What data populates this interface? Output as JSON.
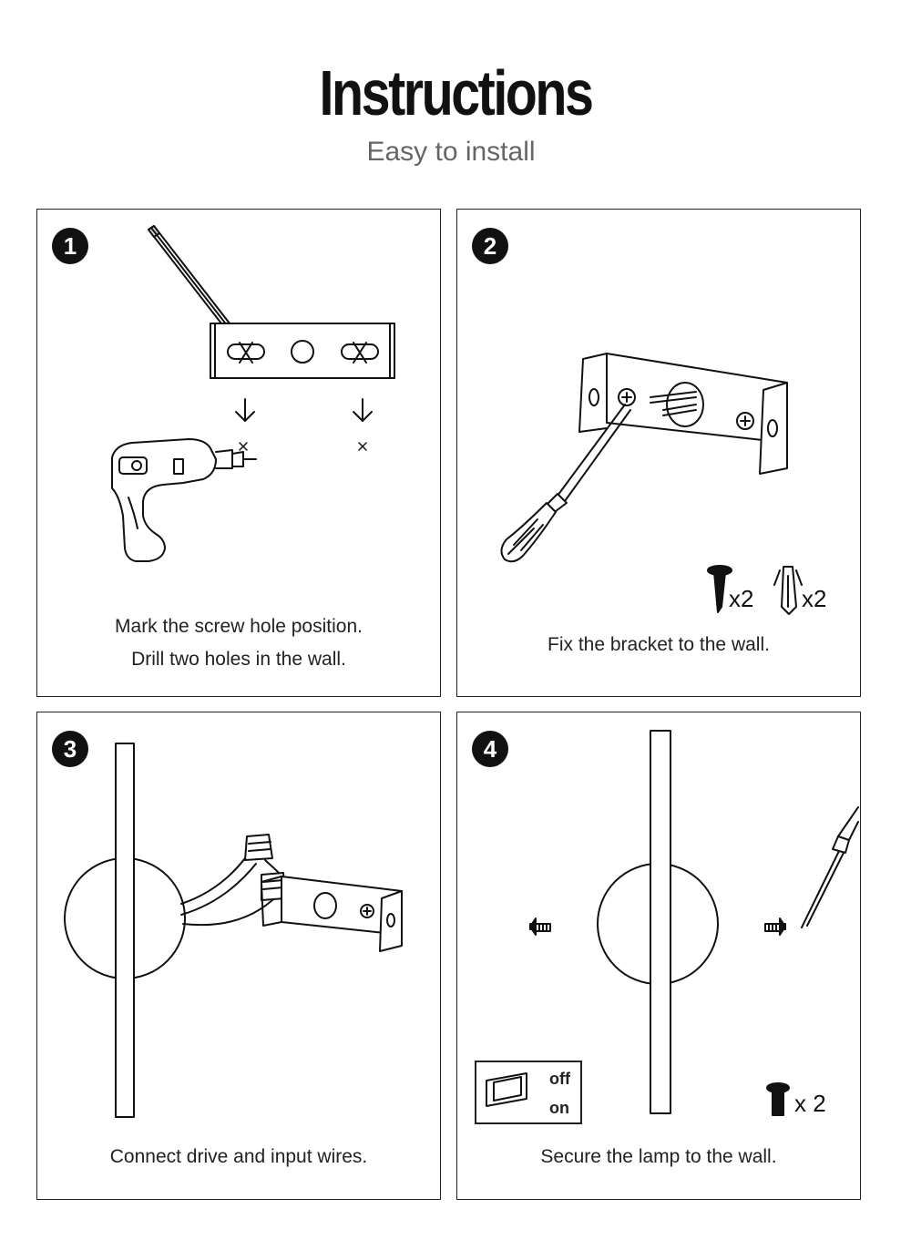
{
  "header": {
    "title": "Instructions",
    "subtitle": "Easy to install"
  },
  "steps": [
    {
      "number": "1",
      "caption_line1": "Mark the screw hole position.",
      "caption_line2": "Drill two holes in the wall.",
      "icons": [
        "pencil-icon",
        "bracket-icon",
        "arrow-down-icon",
        "drill-icon"
      ]
    },
    {
      "number": "2",
      "caption_line1": "Fix the bracket to the wall.",
      "screw_qty": "x2",
      "anchor_qty": "x2",
      "icons": [
        "screwdriver-icon",
        "bracket-icon",
        "screw-icon",
        "wall-anchor-icon"
      ]
    },
    {
      "number": "3",
      "caption_line1": "Connect drive and input wires.",
      "icons": [
        "lamp-icon",
        "wire-connector-icon",
        "bracket-icon"
      ]
    },
    {
      "number": "4",
      "caption_line1": "Secure the lamp to the wall.",
      "switch_off": "off",
      "switch_on": "on",
      "screw_qty": "x 2",
      "icons": [
        "lamp-icon",
        "screwdriver-icon",
        "switch-icon",
        "screw-icon"
      ]
    }
  ]
}
